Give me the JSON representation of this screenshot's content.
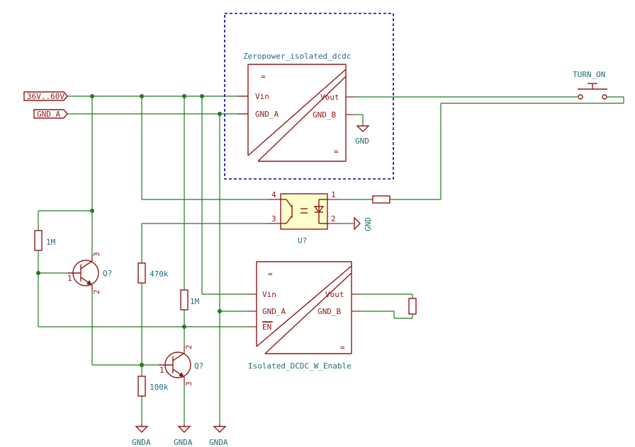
{
  "labels": {
    "rail_36v": "36V..60V",
    "gnd_a": "GND_A"
  },
  "dcdc_top": {
    "title": "Zeropower_isolated_dcdc",
    "equals_top": "=",
    "equals_bottom": "=",
    "vin": "Vin",
    "gnd_a": "GND_A",
    "vout": "Vout",
    "gnd_b": "GND_B",
    "gnd_symbol": "GND"
  },
  "switch": {
    "name": "TURN_ON"
  },
  "optocoupler": {
    "pin4": "4",
    "pin3": "3",
    "pin1": "1",
    "pin2": "2",
    "ref": "U?",
    "gnd_symbol": "GND"
  },
  "resistors": {
    "r1": "1M",
    "r2": "470k",
    "r3": "1M",
    "r4": "100k"
  },
  "transistors": {
    "q1": {
      "ref": "Q?",
      "pin1": "1",
      "pin2": "2",
      "pin3": "3"
    },
    "q2": {
      "ref": "Q?",
      "pin1": "1",
      "pin2": "2",
      "pin3": "3"
    }
  },
  "dcdc_bottom": {
    "title": "Isolated_DCDC_W_Enable",
    "equals_top": "=",
    "equals_bottom": "=",
    "vin": "Vin",
    "gnd_a": "GND_A",
    "en": "EN",
    "vout": "Vout",
    "gnd_b": "GND_B"
  },
  "grounds": {
    "g1": "GNDA",
    "g2": "GNDA",
    "g3": "GNDA"
  },
  "colors": {
    "wire": "#1f7a1f",
    "component": "#8b1a1a",
    "text": "#1f6f77",
    "selection": "#0000b0",
    "opto_fill": "#ffffcc"
  }
}
